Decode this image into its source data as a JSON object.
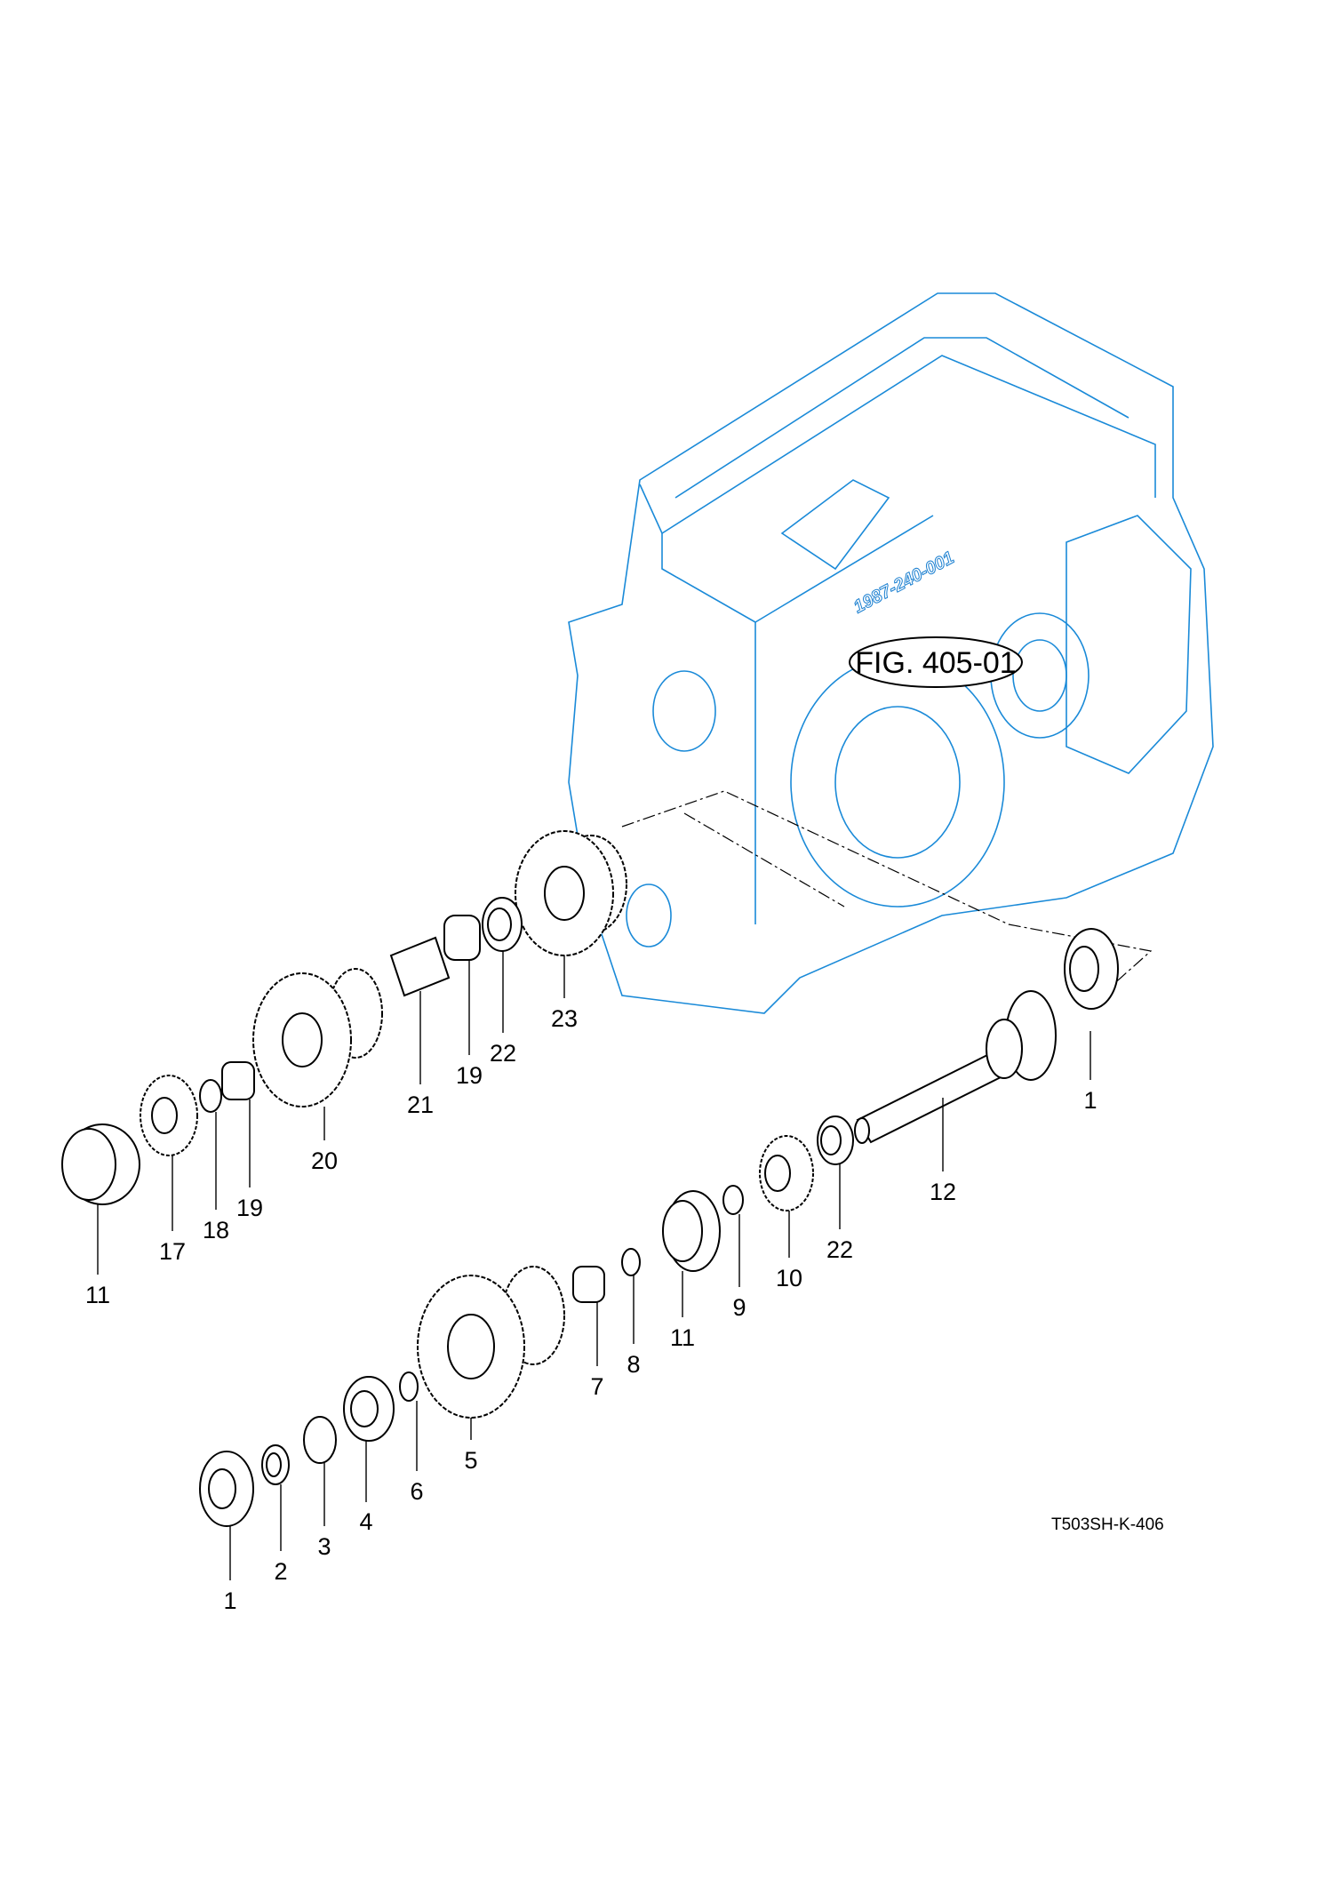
{
  "figure_ref": "FIG. 405-01",
  "casting_number": "1987-240-001",
  "drawing_code": "T503SH-K-406",
  "colors": {
    "housing": "#1a8ad8",
    "parts": "#000000"
  },
  "callouts": [
    "1",
    "1",
    "2",
    "3",
    "4",
    "5",
    "6",
    "7",
    "8",
    "9",
    "10",
    "11",
    "11",
    "12",
    "17",
    "18",
    "19",
    "19",
    "20",
    "21",
    "22",
    "22",
    "23"
  ]
}
